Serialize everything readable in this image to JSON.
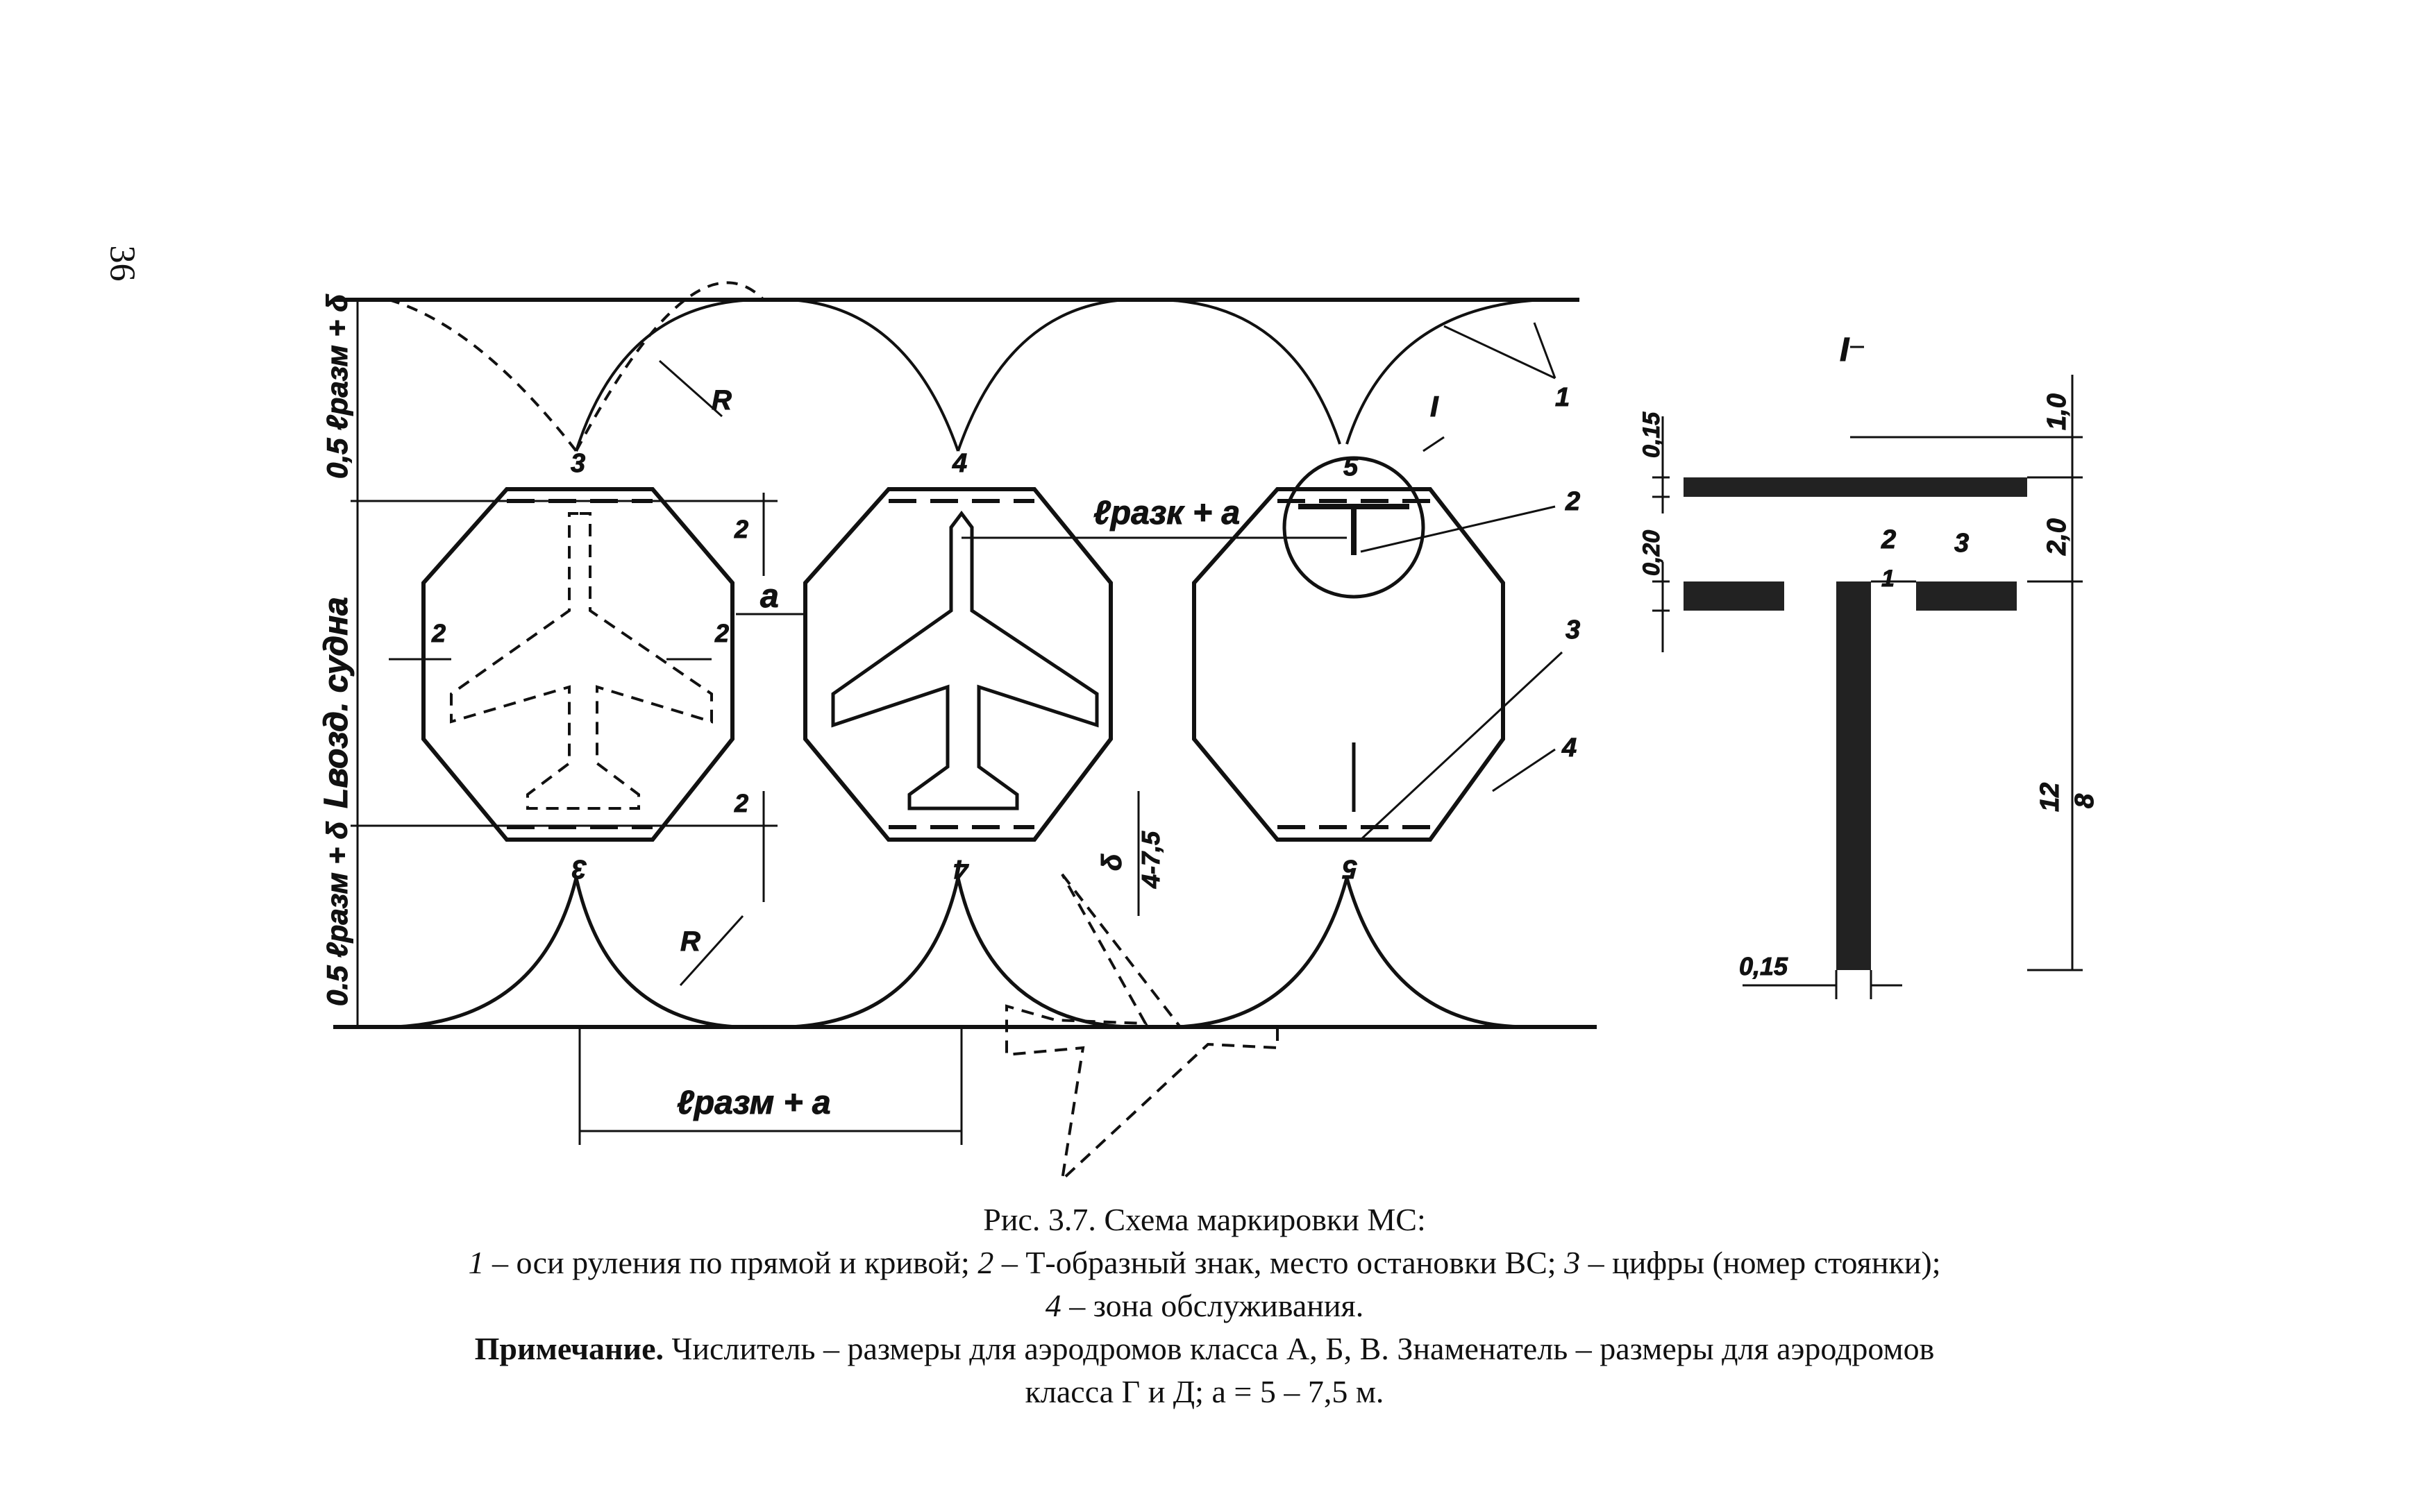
{
  "page_number": "36",
  "labels": {
    "l_razm_a": "ℓразм + a",
    "l_razm_a_top": "ℓразк + a",
    "l_bozd": "Lвозд. судна",
    "half_top": "0,5 ℓразм + δ",
    "half_bottom": "0.5 ℓразм + δ",
    "a": "a",
    "R": "R",
    "delta": "δ",
    "dim_4_75": "4-7,5",
    "dim_2": "2",
    "stand_3": "3",
    "stand_4": "4",
    "stand_5": "5",
    "callout_1": "1",
    "callout_2": "2",
    "callout_3": "3",
    "callout_4": "4",
    "detail_I": "I",
    "d_015_top": "0,15",
    "d_10": "1,0",
    "d_20_right": "2,0",
    "d_020": "0,20",
    "d_2": "2",
    "d_3": "3",
    "d_1": "1",
    "d_12": "12",
    "d_8": "8",
    "d_015_bottom": "0,15"
  },
  "caption": {
    "title": "Рис. 3.7. Схема маркировки МС:",
    "line1_n1": "1",
    "line1_t1": " – оси руления по прямой и кривой; ",
    "line1_n2": "2",
    "line1_t2": " – Т-образный знак, место остановки ВС; ",
    "line1_n3": "3",
    "line1_t3": " – цифры (номер стоянки);",
    "line2_n4": "4",
    "line2_t4": " – зона обслуживания.",
    "note_label": "Примечание.",
    "note_text": " Числитель – размеры для аэродромов класса А, Б, В. Знаменатель – размеры для аэродромов",
    "note_text2": "класса Г и Д; а = 5 – 7,5 м."
  }
}
